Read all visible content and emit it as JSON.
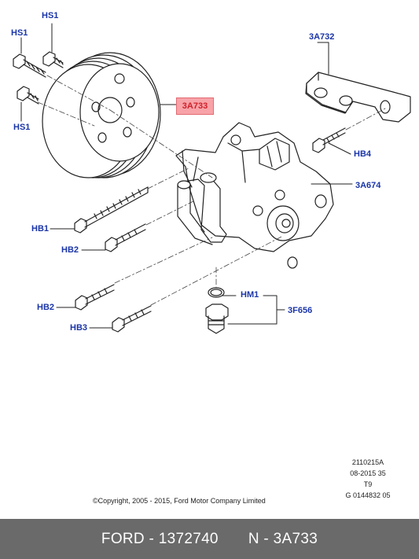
{
  "callouts": {
    "hs1_top_left": "HS1",
    "hs1_top": "HS1",
    "hs1_bottom": "HS1",
    "pulley": "3A733",
    "bracket": "3A732",
    "hb4": "HB4",
    "pump": "3A674",
    "hb1": "HB1",
    "hb2_upper": "HB2",
    "hb2_lower": "HB2",
    "hb3": "HB3",
    "hm1": "HM1",
    "fitting": "3F656"
  },
  "diagram_meta": {
    "line1": "2110215A",
    "line2": "08-2015 35",
    "line3": "T9",
    "line4": "G 0144832 05"
  },
  "copyright": "©Copyright, 2005 - 2015, Ford Motor Company Limited",
  "footer": {
    "part_number": "FORD - 1372740",
    "part_code": "N - 3A733"
  },
  "colors": {
    "callout_text": "#1a35a8",
    "highlight_fill": "#f7a3a8",
    "highlight_text": "#d0202a",
    "footer_bg": "#6a6a6a"
  }
}
